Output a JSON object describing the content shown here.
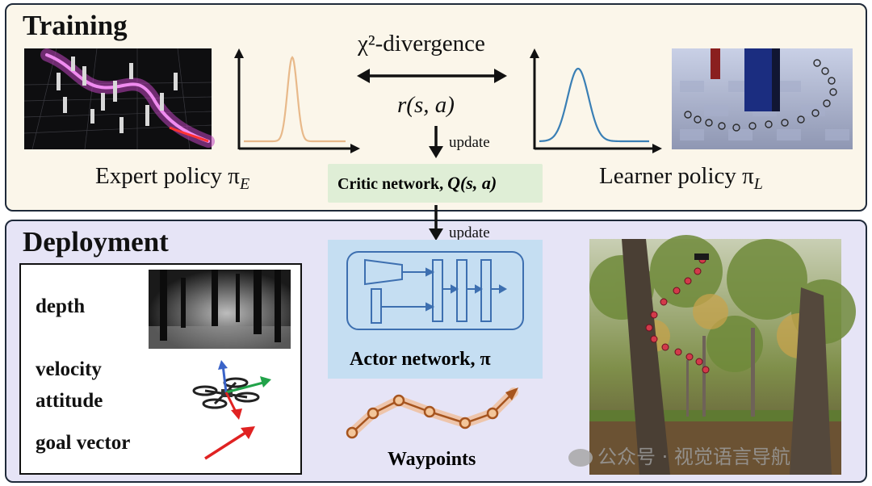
{
  "training": {
    "title": "Training",
    "expert_label": "Expert policy π",
    "expert_sub": "E",
    "learner_label": "Learner policy π",
    "learner_sub": "L",
    "divergence_label": "χ²-divergence",
    "reward_label": "r(s, a)",
    "update_label": "update",
    "critic_label": "Critic network, ",
    "critic_math": "Q(s, a)"
  },
  "deployment": {
    "title": "Deployment",
    "update_label": "update",
    "actor_label": "Actor network, π",
    "waypoints_label": "Waypoints",
    "observations": {
      "depth": "depth",
      "velocity": "velocity",
      "attitude": "attitude",
      "goal_vector": "goal vector"
    }
  },
  "watermark": "公众号 · 视觉语言导航",
  "colors": {
    "expert_curve": "#e8b98a",
    "learner_curve": "#3a7fb5",
    "critic_bg": "#dfeed6",
    "actor_bg": "#c5def2",
    "actor_lines": "#3d6fb0",
    "waypoint_line": "#a6541e",
    "waypoint_glow": "#f3b07a"
  }
}
